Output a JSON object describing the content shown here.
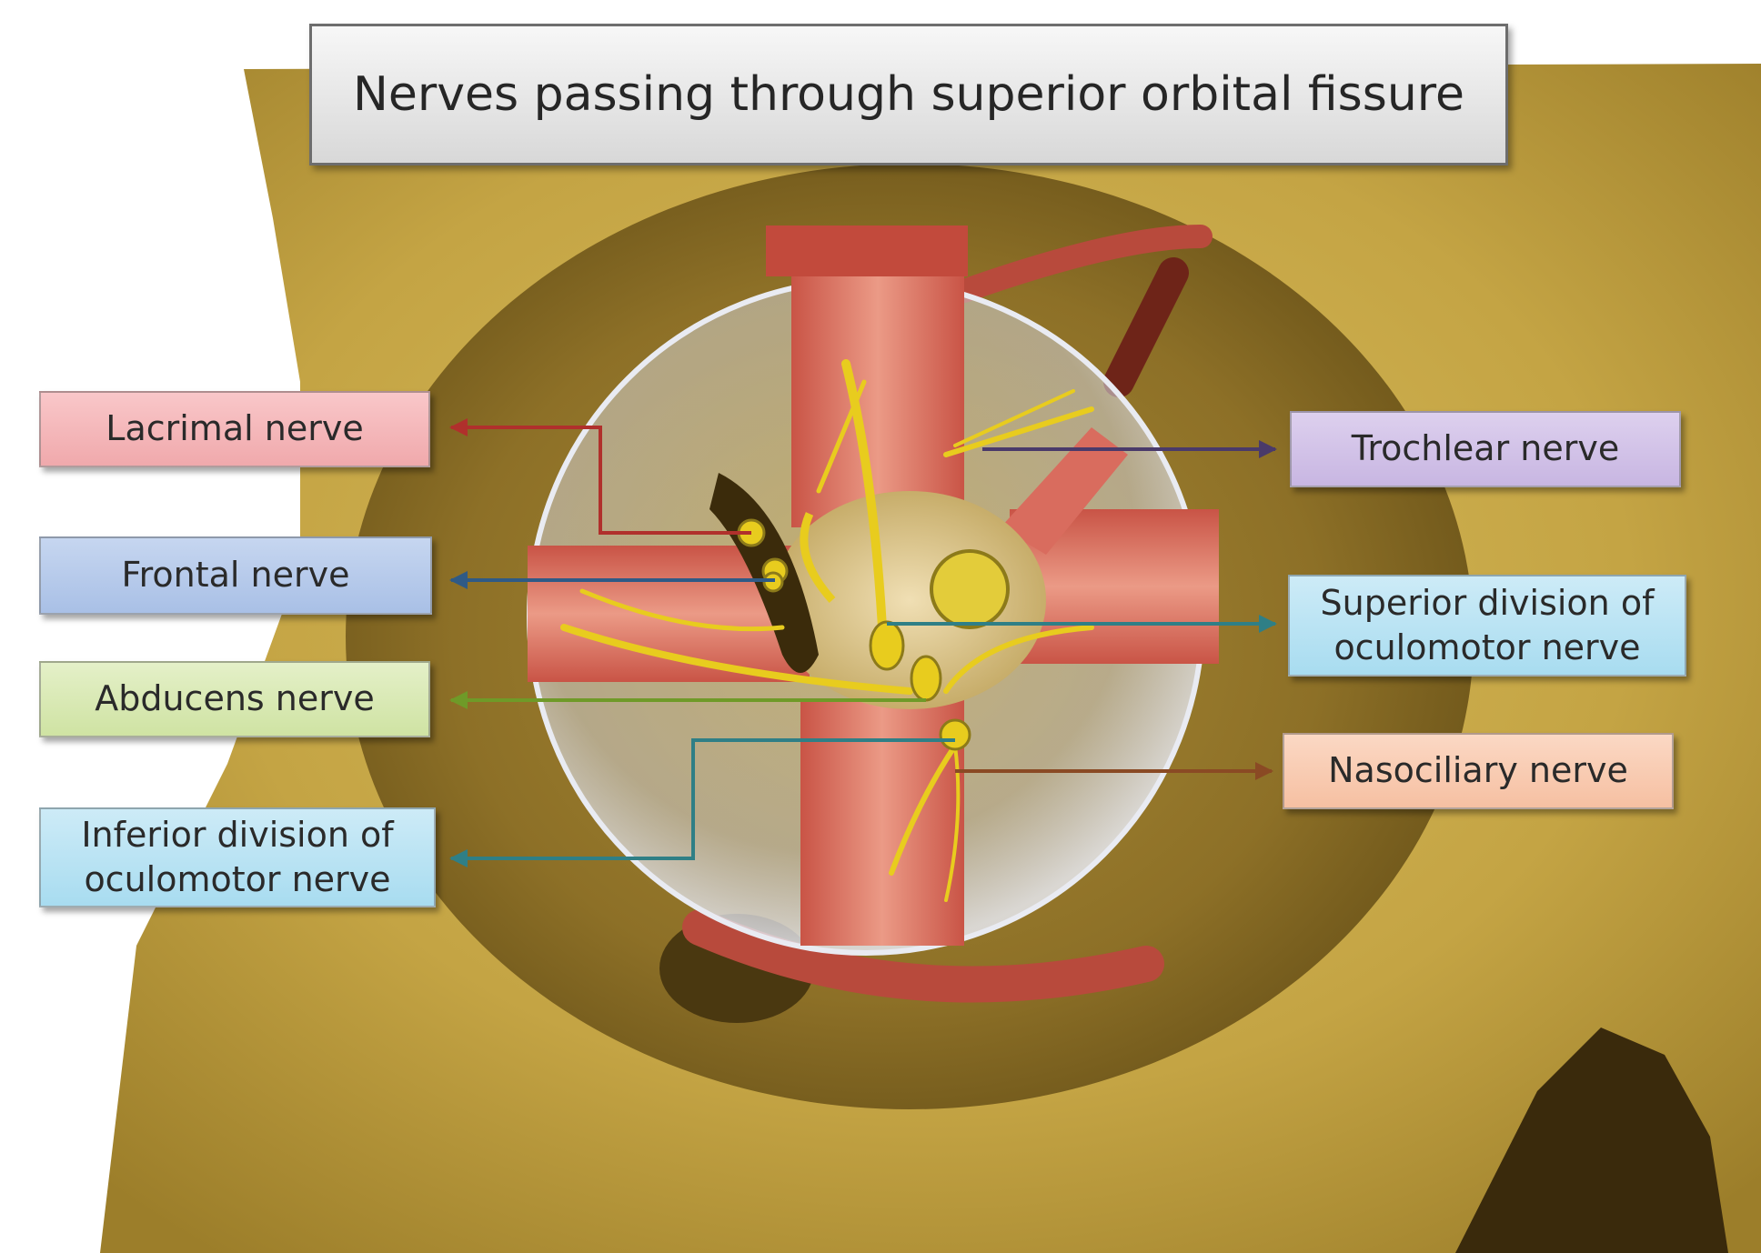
{
  "title": "Nerves passing through superior orbital fissure",
  "labels": {
    "lacrimal": "Lacrimal nerve",
    "frontal": "Frontal nerve",
    "abducens": "Abducens nerve",
    "inferior": "Inferior division of\noculomotor nerve",
    "trochlear": "Trochlear nerve",
    "superior": "Superior division of\noculomotor nerve",
    "nasociliary": "Nasociliary nerve"
  },
  "colors": {
    "bone": "#c8a848",
    "bone_shadow": "#8a6d22",
    "muscle": "#d96c5e",
    "nerve": "#e8cc1e",
    "lacrimal_line": "#b0302c",
    "frontal_line": "#2f5a86",
    "abducens_line": "#6f9a28",
    "oculomotor_line": "#2f7f86",
    "trochlear_line": "#4a3a6a",
    "nasociliary_line": "#8a4a24"
  }
}
